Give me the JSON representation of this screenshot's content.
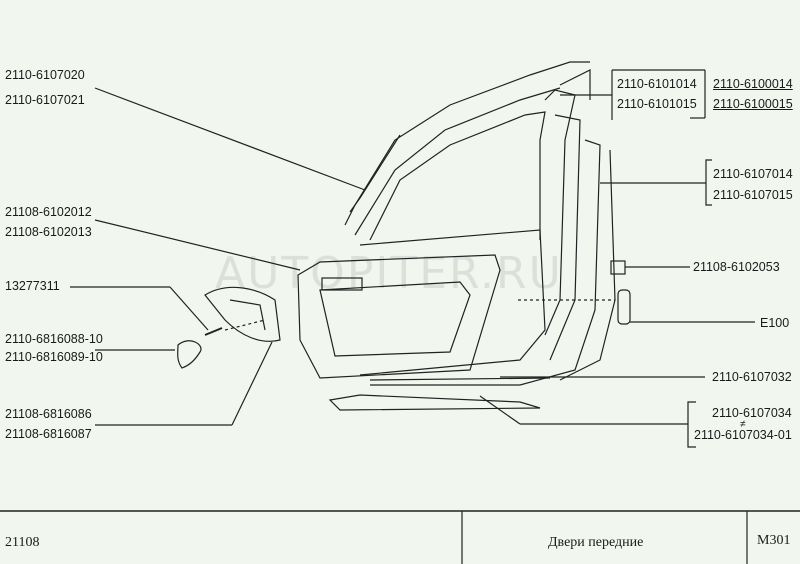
{
  "watermark": "AUTOPITER.RU",
  "callouts": {
    "window_frame_seal": [
      "2110-6107020",
      "2110-6107021"
    ],
    "door_assembly": [
      "2110-6101014",
      "2110-6101015"
    ],
    "door_shell": [
      "2110-6100014",
      "2110-6100015"
    ],
    "door_seal": [
      "2110-6107014",
      "2110-6107015"
    ],
    "trim_panel": [
      "21108-6102012",
      "21108-6102013"
    ],
    "screw": "13277311",
    "handle_cover": [
      "2110-6816088-10",
      "2110-6816089-10"
    ],
    "armrest": [
      "21108-6816086",
      "21108-6816087"
    ],
    "clip": "21108-6102053",
    "plug": "E100",
    "inner_seal": "2110-6107032",
    "outer_seal": [
      "2110-6107034",
      "2110-6107034-01"
    ],
    "not_equal_mark": "≠"
  },
  "title_block": {
    "model": "21108",
    "title": "Двери передние",
    "code": "M301"
  }
}
